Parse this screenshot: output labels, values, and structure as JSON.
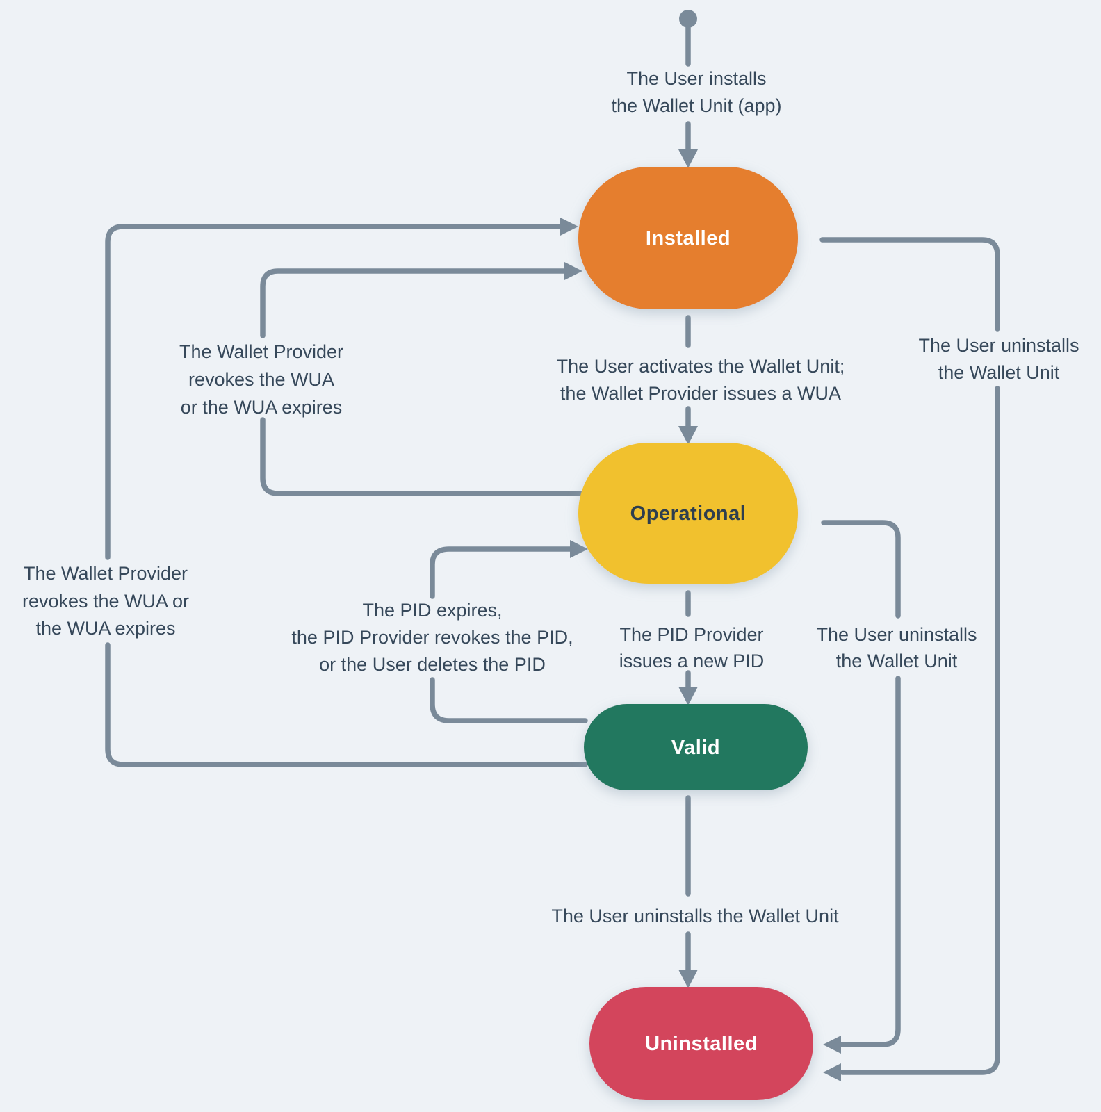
{
  "colors": {
    "background": "#EEF2F6",
    "edge": "#7A8A99",
    "label_text": "#36485A",
    "node_installed": "#E57E2E",
    "node_operational": "#F1C12F",
    "node_valid": "#24785E",
    "node_uninstalled": "#D3455C",
    "node_label_light": "#FFFFFF",
    "node_label_dark": "#2E3E4E"
  },
  "nodes": {
    "installed": {
      "label": "Installed"
    },
    "operational": {
      "label": "Operational"
    },
    "valid": {
      "label": "Valid"
    },
    "uninstalled": {
      "label": "Uninstalled"
    }
  },
  "edge_labels": {
    "install": {
      "line1": "The User installs",
      "line2": "the Wallet Unit (app)"
    },
    "activate": {
      "line1": "The User activates the Wallet Unit;",
      "line2": "the Wallet Provider issues a WUA"
    },
    "wua_revoked_from_operational": {
      "line1": "The Wallet Provider",
      "line2": "revokes the WUA",
      "line3": "or the WUA expires"
    },
    "wua_revoked_from_valid": {
      "line1": "The Wallet Provider",
      "line2": "revokes the WUA or",
      "line3": "the WUA expires"
    },
    "pid_invalid": {
      "line1": "The PID expires,",
      "line2": "the PID Provider revokes the PID,",
      "line3": "or the User deletes the PID"
    },
    "new_pid": {
      "line1": "The PID Provider",
      "line2": "issues a new PID"
    },
    "uninstall_from_installed": {
      "line1": "The User uninstalls",
      "line2": "the Wallet Unit"
    },
    "uninstall_from_operational": {
      "line1": "The User uninstalls",
      "line2": "the Wallet Unit"
    },
    "uninstall_from_valid": {
      "line1": "The User uninstalls the Wallet Unit"
    }
  }
}
